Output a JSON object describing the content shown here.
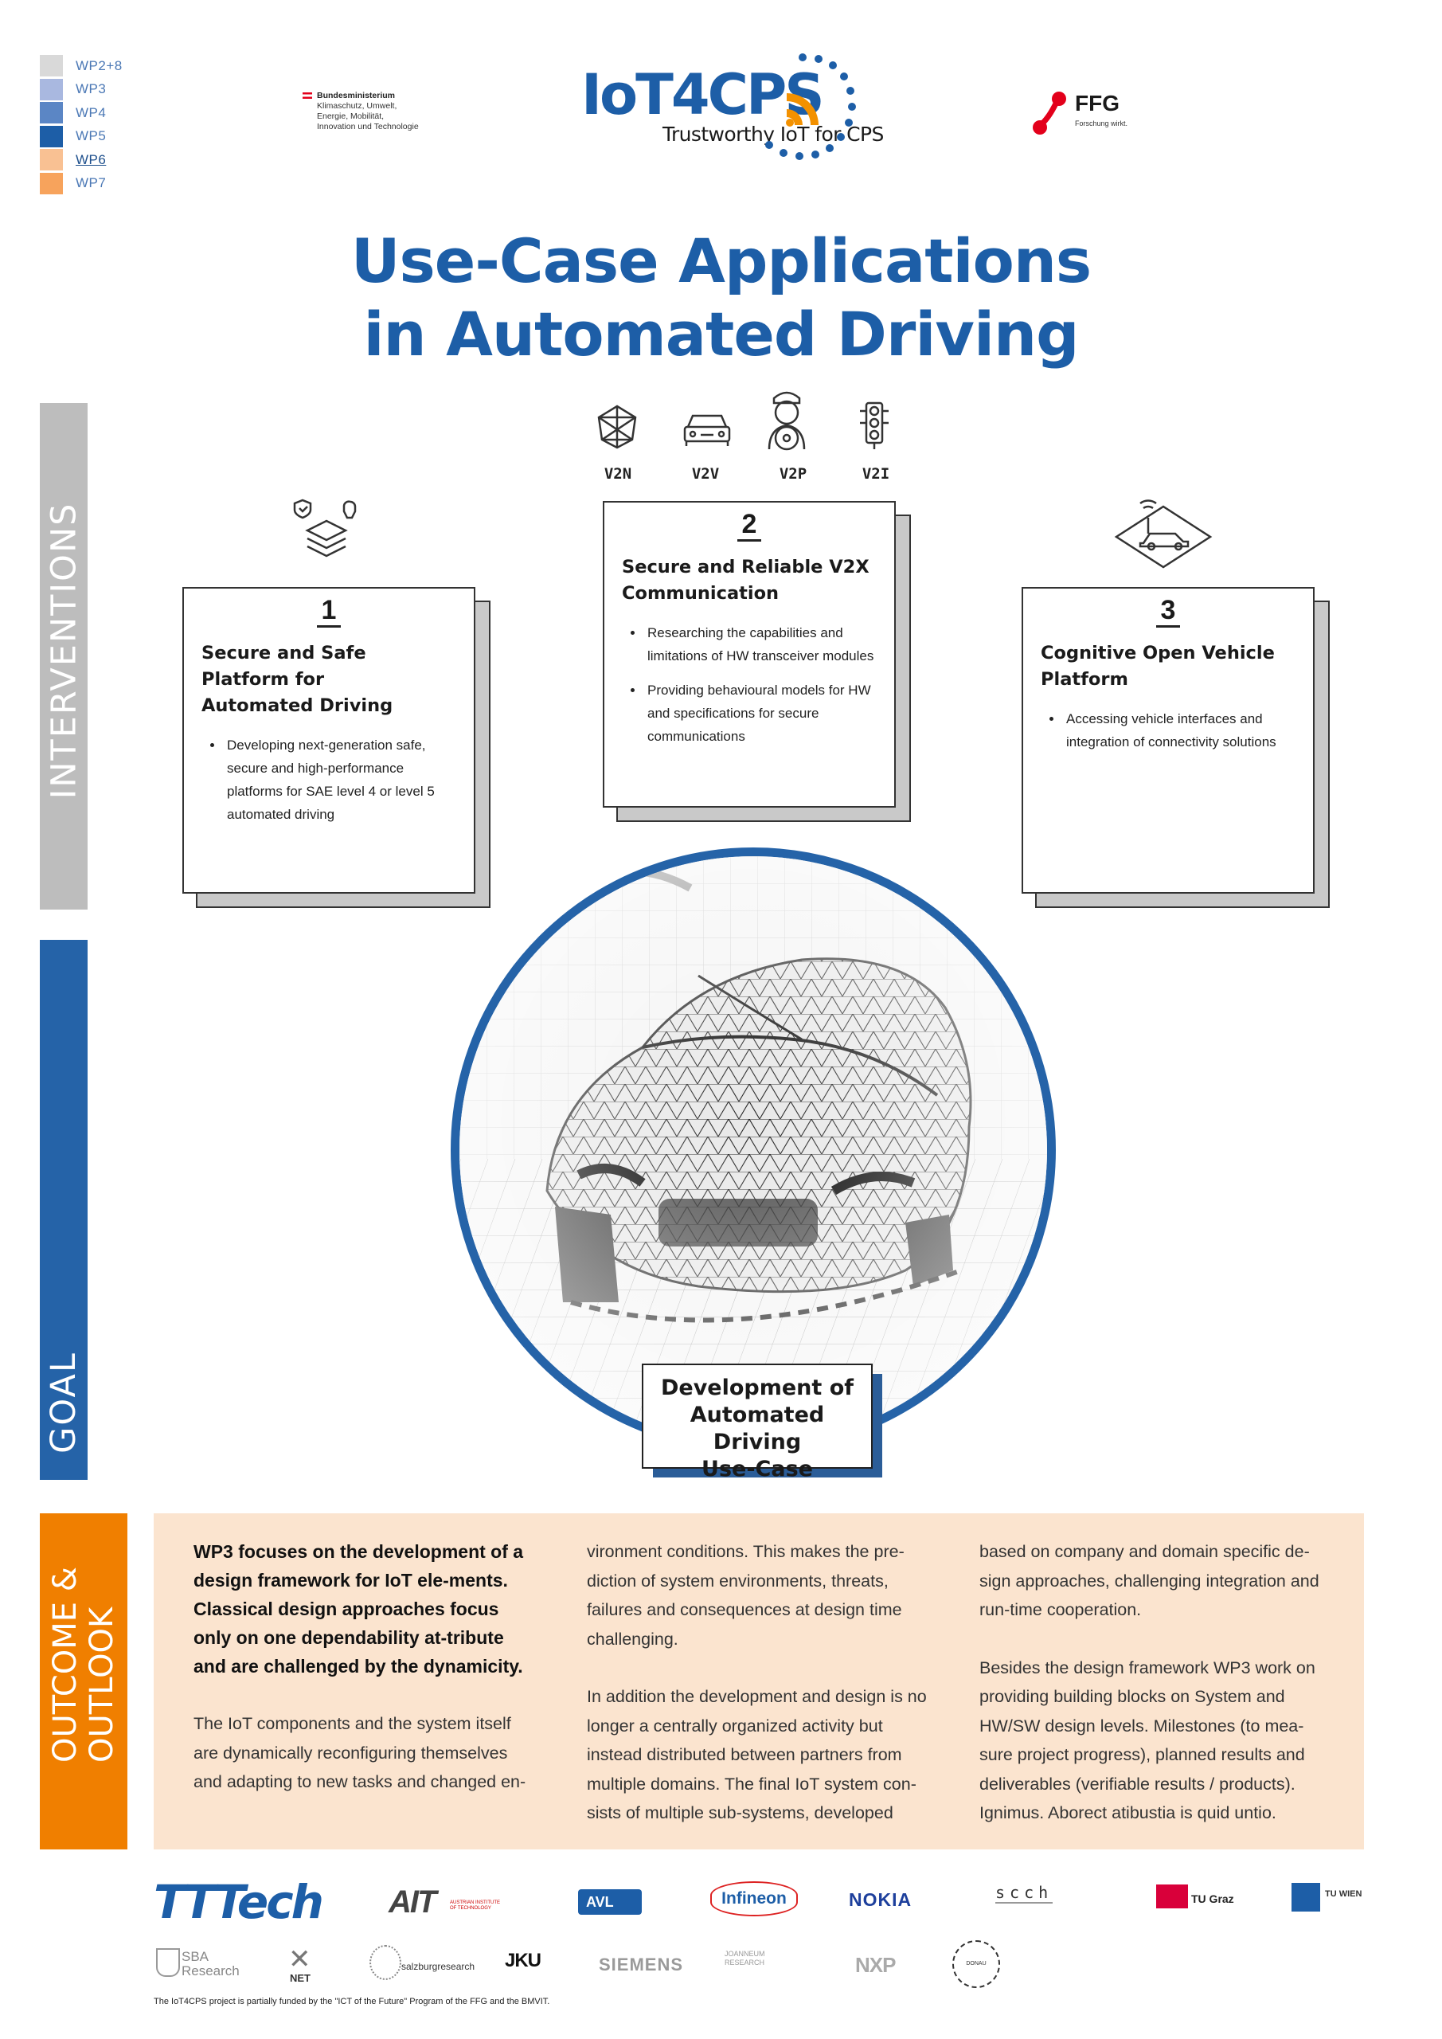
{
  "wp_legend": [
    {
      "label": "WP2+8",
      "color": "#d9d9d9",
      "active": false
    },
    {
      "label": "WP3",
      "color": "#a9b8e0",
      "active": false
    },
    {
      "label": "WP4",
      "color": "#5b86c5",
      "active": false
    },
    {
      "label": "WP5",
      "color": "#1d5ea7",
      "active": false
    },
    {
      "label": "WP6",
      "color": "#f9c193",
      "active": true
    },
    {
      "label": "WP7",
      "color": "#f7a35c",
      "active": false
    }
  ],
  "ministry": {
    "line1": "Bundesministerium",
    "line2": "Klimaschutz, Umwelt,",
    "line3": "Energie, Mobilität,",
    "line4": "Innovation und Technologie"
  },
  "logo": {
    "main": "IoT4CPS",
    "sub": "Trustworthy IoT for CPS"
  },
  "ffg": {
    "name": "FFG",
    "tagline": "Forschung wirkt."
  },
  "title": {
    "line1": "Use-Case Applications",
    "line2": "in Automated Driving"
  },
  "side": {
    "interventions": "INTERVENTIONS",
    "goal": "GOAL",
    "outcome1": "OUTCOME &",
    "outcome2": "OUTLOOK"
  },
  "v2x_labels": [
    "V2N",
    "V2V",
    "V2P",
    "V2I"
  ],
  "boxes": [
    {
      "num": "1",
      "title1": "Secure and Safe Platform for",
      "title2": "Automated Driving",
      "bullets": [
        "Developing next-generation safe, secure and high-performance platforms for SAE level 4 or level 5 automated driving"
      ]
    },
    {
      "num": "2",
      "title1": "Secure and Reliable V2X",
      "title2": "Communication",
      "bullets": [
        "Researching the capabilities and limitations of HW transceiver modules",
        "Providing behavioural models for HW and specifications for secure communications"
      ]
    },
    {
      "num": "3",
      "title1": "Cognitive Open Vehicle",
      "title2": "Platform",
      "bullets": [
        "Accessing vehicle interfaces and integration of connectivity solutions"
      ]
    }
  ],
  "goal": {
    "line1": "Development of",
    "line2": "Automated Driving",
    "line3": "Use-Case"
  },
  "outcome": {
    "col1_bold": "WP3 focuses on the development of a design framework for IoT ele-ments. Classical design approaches focus only on one dependability at-tribute and are challenged by the dynamicity.",
    "col1_text": "The IoT components and the system itself are dynamically reconfiguring themselves and adapting to new tasks and changed en-",
    "col2_text1": "vironment conditions. This makes the pre-diction of system environments, threats, failures and consequences at design time challenging.",
    "col2_text2": "In addition the development and design is no longer a centrally organized activity but instead distributed between partners from multiple domains. The final IoT system con-sists of multiple sub-systems, developed",
    "col3_text1": "based on company and domain specific de-sign approaches, challenging integration and run-time cooperation.",
    "col3_text2": "Besides the design framework WP3 work on providing building blocks on System and HW/SW design levels. Milestones (to mea-sure project progress), planned results and deliverables (verifiable results / products). Ignimus. Aborect atibustia is quid untio."
  },
  "partners_row1": [
    "TTTech",
    "AIT",
    "AUSTRIAN INSTITUTE OF TECHNOLOGY",
    "AVL",
    "Infineon",
    "NOKIA",
    "scch",
    "TU Graz",
    "TU WIEN"
  ],
  "partners_row2": [
    "SBA Research",
    "NET",
    "salzburgresearch",
    "JKU",
    "SIEMENS",
    "JOANNEUM RESEARCH",
    "NXP",
    "DONAU UNIVERSITÄT"
  ],
  "footer": "The IoT4CPS project is partially funded by the \"ICT of the Future\" Program of the FFG and the BMVIT."
}
